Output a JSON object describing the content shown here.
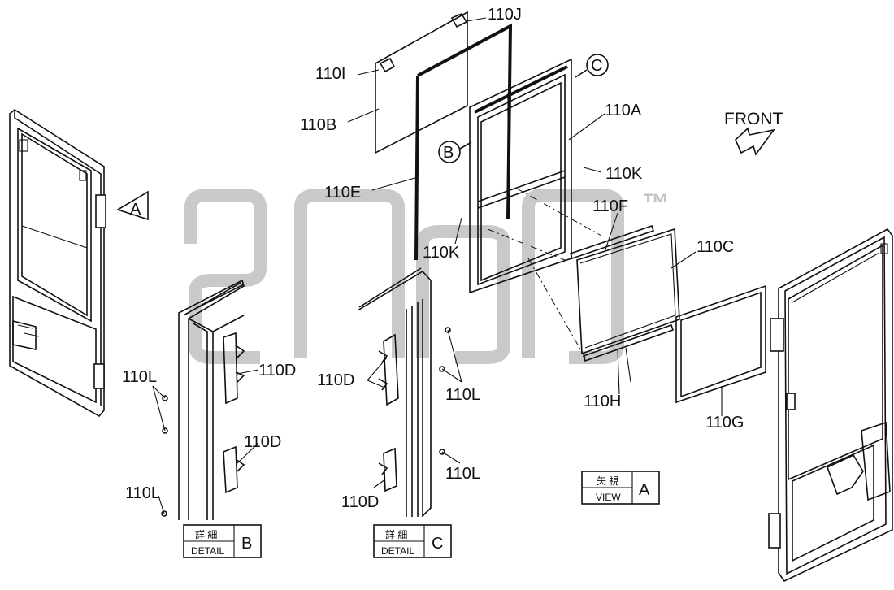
{
  "labels": {
    "p110A": "110A",
    "p110B": "110B",
    "p110C": "110C",
    "p110D_b1": "110D",
    "p110D_b2": "110D",
    "p110D_c1": "110D",
    "p110D_c2": "110D",
    "p110E": "110E",
    "p110F": "110F",
    "p110G": "110G",
    "p110H": "110H",
    "p110I": "110I",
    "p110J": "110J",
    "p110K_1": "110K",
    "p110K_2": "110K",
    "p110L_b1": "110L",
    "p110L_b2": "110L",
    "p110L_c1": "110L",
    "p110L_c2": "110L"
  },
  "callouts": {
    "view_arrow": "A",
    "detail_b": "B",
    "detail_c": "C"
  },
  "front_label": "FRONT",
  "boxes": {
    "view": {
      "jp": "矢 視",
      "en": "VIEW",
      "letter": "A"
    },
    "detail_b": {
      "jp": "詳 細",
      "en": "DETAIL",
      "letter": "B"
    },
    "detail_c": {
      "jp": "詳 細",
      "en": "DETAIL",
      "letter": "C"
    }
  },
  "watermark": {
    "mark": "™"
  },
  "colors": {
    "line": "#111111",
    "watermark": "#bdbdbd",
    "background": "#ffffff"
  }
}
